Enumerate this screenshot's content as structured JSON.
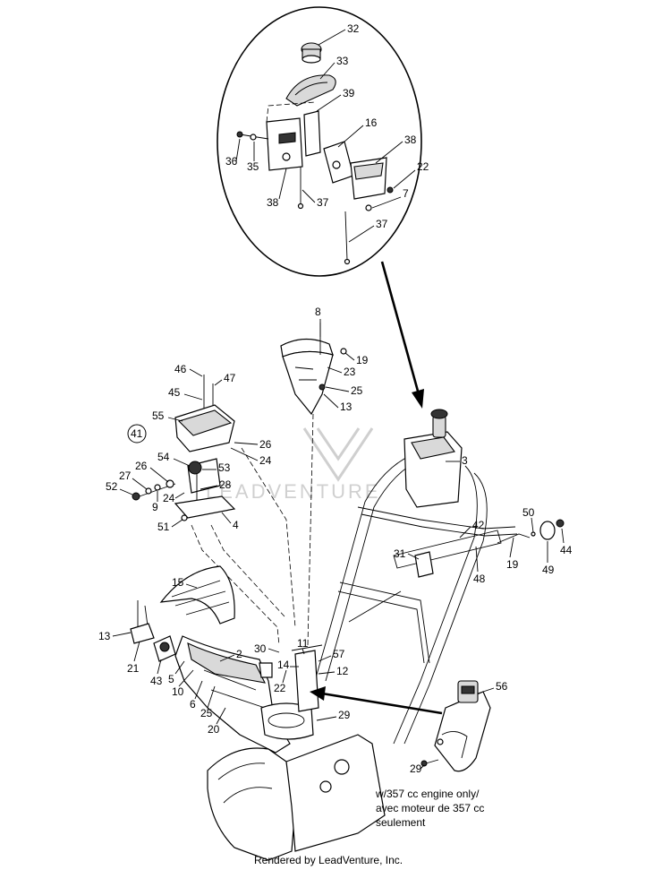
{
  "callouts": {
    "c32": "32",
    "c33": "33",
    "c39": "39",
    "c16": "16",
    "c38a": "38",
    "c36": "36",
    "c35": "35",
    "c22a": "22",
    "c7": "7",
    "c38b": "38",
    "c37a": "37",
    "c37b": "37",
    "c8": "8",
    "c19a": "19",
    "c23": "23",
    "c25a": "25",
    "c13a": "13",
    "c46": "46",
    "c47": "47",
    "c45": "45",
    "c55": "55",
    "c41": "41",
    "c26a": "26",
    "c24a": "24",
    "c54": "54",
    "c26b": "26",
    "c53": "53",
    "c27": "27",
    "c52": "52",
    "c28": "28",
    "c24b": "24",
    "c9": "9",
    "c4": "4",
    "c51": "51",
    "c3": "3",
    "c42": "42",
    "c50": "50",
    "c44": "44",
    "c31": "31",
    "c19b": "19",
    "c48": "48",
    "c49": "49",
    "c15": "15",
    "c13b": "13",
    "c21": "21",
    "c43": "43",
    "c2": "2",
    "c30": "30",
    "c11": "11",
    "c57": "57",
    "c14": "14",
    "c12": "12",
    "c5": "5",
    "c10": "10",
    "c6": "6",
    "c25b": "25",
    "c22b": "22",
    "c20": "20",
    "c29a": "29",
    "c56": "56",
    "c29b": "29"
  },
  "note": {
    "line1": "w/357 cc engine only/",
    "line2": "avec moteur de 357 cc",
    "line3": "seulement"
  },
  "watermark_text": "LEADVENTURE",
  "footer": "Rendered by LeadVenture, Inc."
}
